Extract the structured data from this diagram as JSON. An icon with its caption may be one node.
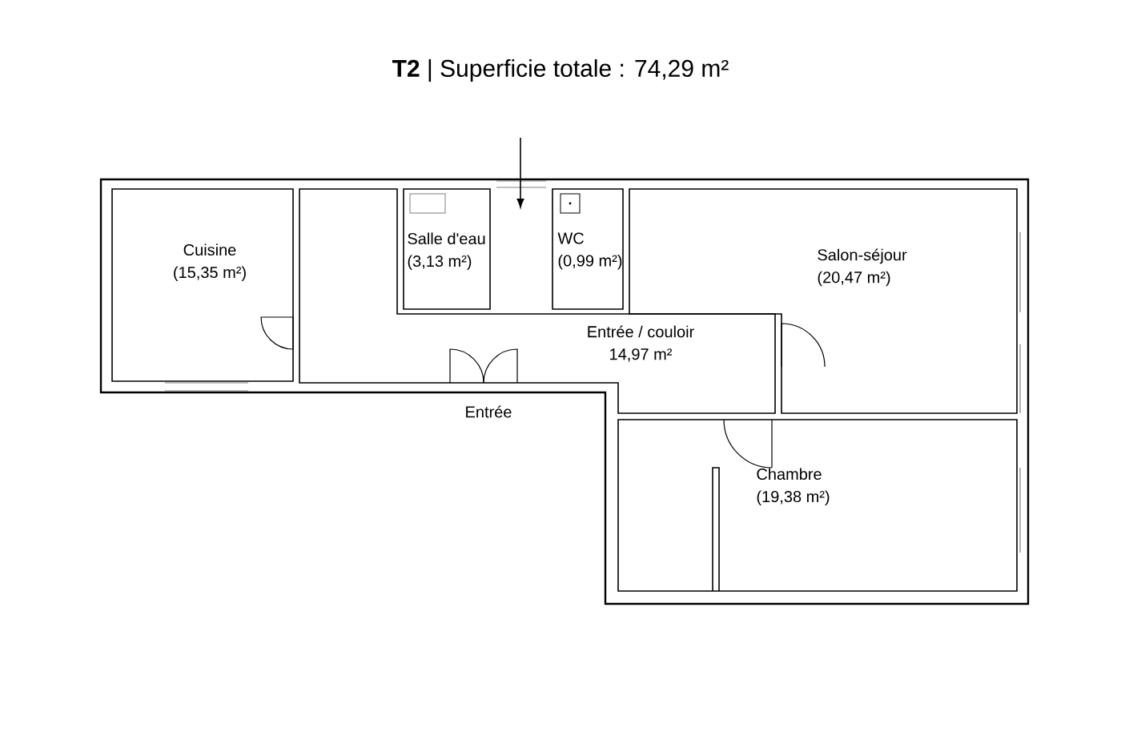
{
  "diagram": {
    "title": "**T2** | Superficie totale : 74,29 m²",
    "nodes": [
      {
        "text": [
          "Cuisine",
          "(15,35 m²)"
        ]
      },
      {
        "text": [
          "Salle d'eau",
          "(3,13 m²)"
        ]
      },
      {
        "text": [
          "WC",
          "(0,99 m²)"
        ]
      },
      {
        "text": [
          "Salon-séjour",
          "(20,47 m²)"
        ]
      },
      {
        "text": [
          "Entrée / couloir",
          "14,97 m²"
        ]
      },
      {
        "text": [
          "Chambre",
          "(19,38 m²)"
        ]
      }
    ],
    "labels": [
      "Entrée"
    ]
  }
}
